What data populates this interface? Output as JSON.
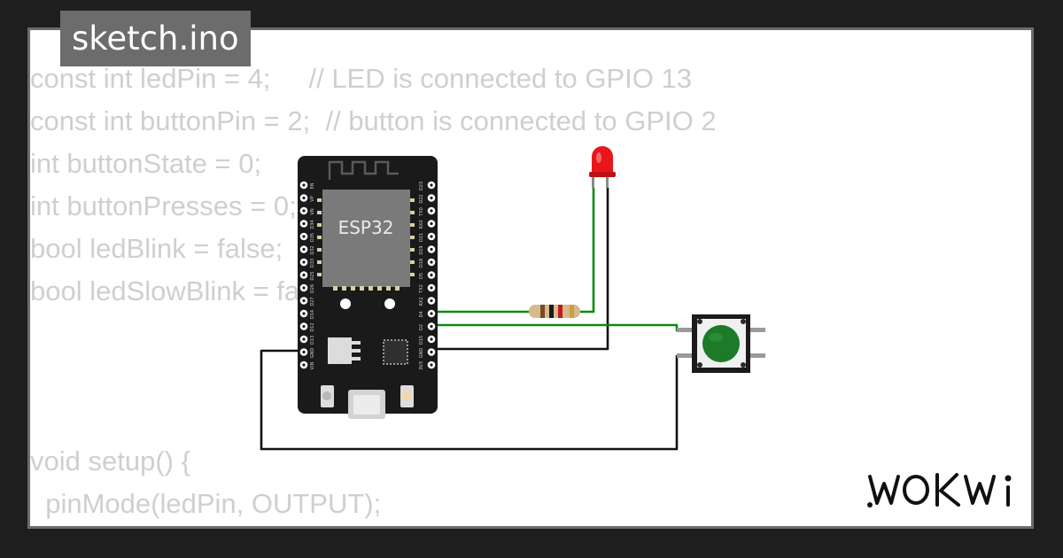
{
  "file_tab": {
    "label": "sketch.ino"
  },
  "code": {
    "lines": [
      "const int ledPin = 4;     // LED is connected to GPIO 13",
      "const int buttonPin = 2;  // button is connected to GPIO 2",
      "int buttonState = 0;",
      "int buttonPresses = 0;",
      "bool ledBlink = false;",
      "bool ledSlowBlink = false;",
      "",
      "",
      "",
      "void setup() {",
      "  pinMode(ledPin, OUTPUT);"
    ]
  },
  "esp32": {
    "chip_label": "ESP32",
    "left_pins": [
      "EN",
      "VP",
      "VN",
      "D34",
      "D35",
      "D32",
      "D33",
      "D25",
      "D26",
      "D27",
      "D14",
      "D12",
      "D13",
      "GND",
      "VIN"
    ],
    "right_pins": [
      "D23",
      "D22",
      "TX0",
      "RX0",
      "D21",
      "D19",
      "D18",
      "D5",
      "TX2",
      "RX2",
      "D4",
      "D2",
      "D15",
      "GND",
      "3V3"
    ]
  },
  "brand": {
    "logo_text": "WOKWi"
  },
  "colors": {
    "background": "#1e1e1e",
    "card": "#ffffff",
    "tab": "#6c6c6c",
    "code_text": "#cfcfcf",
    "board": "#1a1a1a",
    "wire_green": "#0f8a0f",
    "wire_black": "#111111",
    "led_red": "#e8151b",
    "button_green": "#1c7a28"
  }
}
